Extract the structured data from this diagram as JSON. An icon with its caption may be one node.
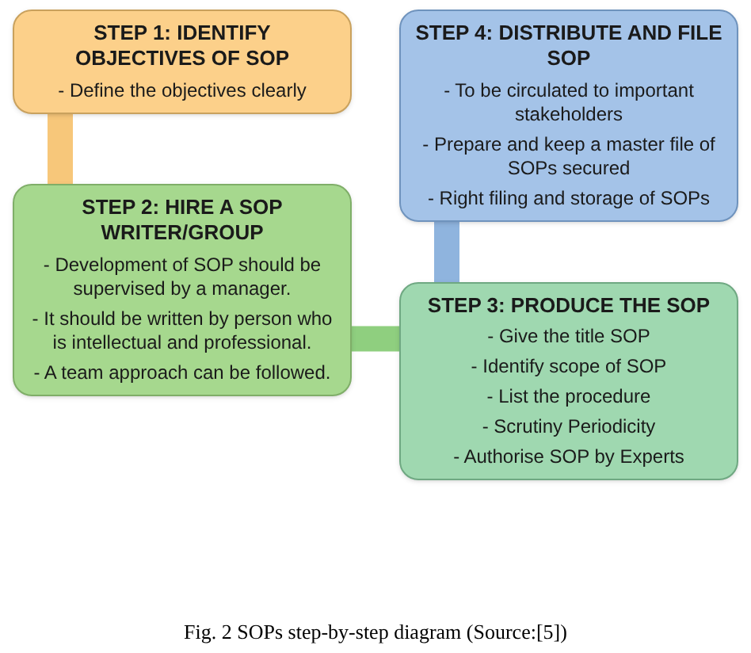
{
  "diagram": {
    "caption": "Fig. 2 SOPs step-by-step diagram (Source:[5])",
    "nodes": [
      {
        "text": [
          "STEP 1: IDENTIFY OBJECTIVES OF SOP",
          "- Define the objectives clearly"
        ]
      },
      {
        "text": [
          "STEP 2: HIRE A SOP WRITER/GROUP",
          "- Development of SOP should be supervised by a manager.",
          "- It should be written by person who is intellectual and professional.",
          "- A team approach can be followed."
        ]
      },
      {
        "text": [
          "STEP 3: PRODUCE THE SOP",
          "- Give the title SOP",
          "- Identify scope of SOP",
          "- List the procedure",
          "- Scrutiny Periodicity",
          "- Authorise SOP by Experts"
        ]
      },
      {
        "text": [
          "STEP 4: DISTRIBUTE AND FILE SOP",
          "- To be circulated to important stakeholders",
          "- Prepare and keep a master file of SOPs secured",
          "- Right filing and storage of SOPs"
        ]
      }
    ],
    "edges": [
      {
        "from": 0,
        "to": 1,
        "arrow": "none",
        "color": "#f7c77a"
      },
      {
        "from": 1,
        "to": 2,
        "arrow": "none",
        "color": "#8fcf7f"
      },
      {
        "from": 2,
        "to": 3,
        "arrow": "none",
        "color": "#8fb4de"
      }
    ]
  }
}
